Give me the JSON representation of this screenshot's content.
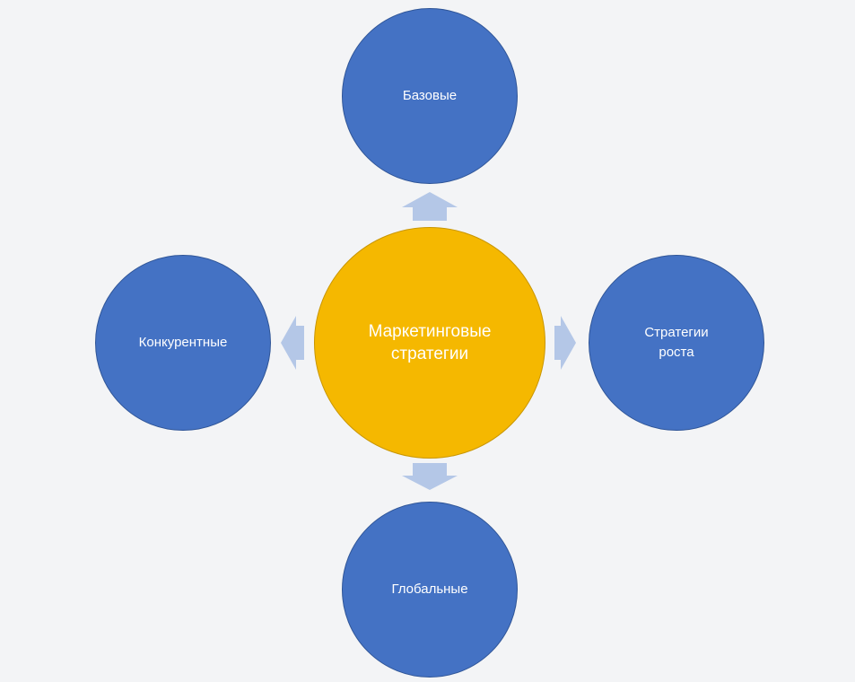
{
  "diagram": {
    "center": {
      "label": "Маркетинговые\nстратегии"
    },
    "nodes": {
      "top": {
        "label": "Базовые"
      },
      "right": {
        "label": "Стратегии\nроста"
      },
      "bottom": {
        "label": "Глобальные"
      },
      "left": {
        "label": "Конкурентные"
      }
    },
    "colors": {
      "outer_fill": "#4472c4",
      "center_fill": "#f5b800",
      "arrow_fill": "#b4c7e7",
      "background": "#f3f4f6"
    }
  }
}
